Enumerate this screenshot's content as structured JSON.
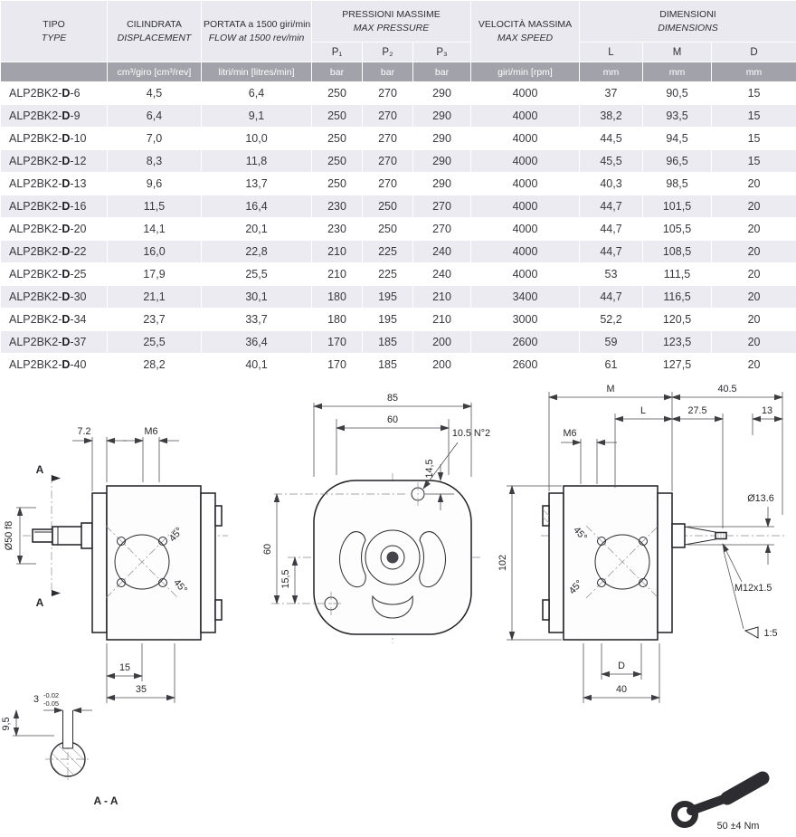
{
  "colors": {
    "header_bg": "#e9e9ef",
    "units_bg": "#a2a2aa",
    "row_alt": "#ebebf1"
  },
  "table": {
    "header": {
      "col1_it": "TIPO",
      "col1_en": "TYPE",
      "col2_it": "CILINDRATA",
      "col2_en": "DISPLACEMENT",
      "col3_it": "PORTATA a 1500 giri/min",
      "col3_en": "FLOW at 1500 rev/min",
      "col4_it": "PRESSIONI MASSIME",
      "col4_en": "MAX PRESSURE",
      "col5_it": "VELOCITÀ MASSIMA",
      "col5_en": "MAX SPEED",
      "col6_it": "DIMENSIONI",
      "col6_en": "DIMENSIONS",
      "sub_p": [
        "P₁",
        "P₂",
        "P₃"
      ],
      "sub_dim": [
        "L",
        "M",
        "D"
      ],
      "units": [
        "",
        "cm³/giro [cm³/rev]",
        "litri/min [litres/min]",
        "bar",
        "bar",
        "bar",
        "giri/min [rpm]",
        "mm",
        "mm",
        "mm"
      ]
    },
    "rows": [
      [
        "ALP2BK2-D-6",
        "4,5",
        "6,4",
        "250",
        "270",
        "290",
        "4000",
        "37",
        "90,5",
        "15"
      ],
      [
        "ALP2BK2-D-9",
        "6,4",
        "9,1",
        "250",
        "270",
        "290",
        "4000",
        "38,2",
        "93,5",
        "15"
      ],
      [
        "ALP2BK2-D-10",
        "7,0",
        "10,0",
        "250",
        "270",
        "290",
        "4000",
        "44,5",
        "94,5",
        "15"
      ],
      [
        "ALP2BK2-D-12",
        "8,3",
        "11,8",
        "250",
        "270",
        "290",
        "4000",
        "45,5",
        "96,5",
        "15"
      ],
      [
        "ALP2BK2-D-13",
        "9,6",
        "13,7",
        "250",
        "270",
        "290",
        "4000",
        "40,3",
        "98,5",
        "20"
      ],
      [
        "ALP2BK2-D-16",
        "11,5",
        "16,4",
        "230",
        "250",
        "270",
        "4000",
        "44,7",
        "101,5",
        "20"
      ],
      [
        "ALP2BK2-D-20",
        "14,1",
        "20,1",
        "230",
        "250",
        "270",
        "4000",
        "44,7",
        "105,5",
        "20"
      ],
      [
        "ALP2BK2-D-22",
        "16,0",
        "22,8",
        "210",
        "225",
        "240",
        "4000",
        "44,7",
        "108,5",
        "20"
      ],
      [
        "ALP2BK2-D-25",
        "17,9",
        "25,5",
        "210",
        "225",
        "240",
        "4000",
        "53",
        "111,5",
        "20"
      ],
      [
        "ALP2BK2-D-30",
        "21,1",
        "30,1",
        "180",
        "195",
        "210",
        "3400",
        "44,7",
        "116,5",
        "20"
      ],
      [
        "ALP2BK2-D-34",
        "23,7",
        "33,7",
        "180",
        "195",
        "210",
        "3000",
        "52,2",
        "120,5",
        "20"
      ],
      [
        "ALP2BK2-D-37",
        "25,5",
        "36,4",
        "170",
        "185",
        "200",
        "2600",
        "59",
        "123,5",
        "20"
      ],
      [
        "ALP2BK2-D-40",
        "28,2",
        "40,1",
        "170",
        "185",
        "200",
        "2600",
        "61",
        "127,5",
        "20"
      ]
    ]
  },
  "drawings": {
    "side_view_left": {
      "dim_7_2": "7.2",
      "thread_m6": "M6",
      "section_marker": "A",
      "shaft_dia": "Ø50 f8",
      "dim_15": "15",
      "dim_35": "35",
      "angle_45_top": "45°",
      "angle_45_bottom": "45°"
    },
    "front_view": {
      "dim_85": "85",
      "dim_60_h": "60",
      "holes_note": "10.5 N°2",
      "dim_14_5": "14,5",
      "dim_60_v": "60",
      "dim_15_5": "15,5"
    },
    "side_view_right": {
      "dim_M": "M",
      "dim_40_5": "40.5",
      "dim_L": "L",
      "dim_27_5": "27.5",
      "dim_13": "13",
      "thread_m6": "M6",
      "shaft_dia": "Ø13.6",
      "dim_102": "102",
      "thread_tip": "M12x1.5",
      "taper": "1:5",
      "dim_D": "D",
      "dim_40": "40",
      "angle_45_top": "45°",
      "angle_45_bottom": "45°"
    },
    "section_aa": {
      "label": "A - A",
      "key_width": "3",
      "tol_upper": "-0.02",
      "tol_lower": "-0.05",
      "dim_9_5": "9,5"
    },
    "torque_note": "50 ±4 Nm"
  }
}
